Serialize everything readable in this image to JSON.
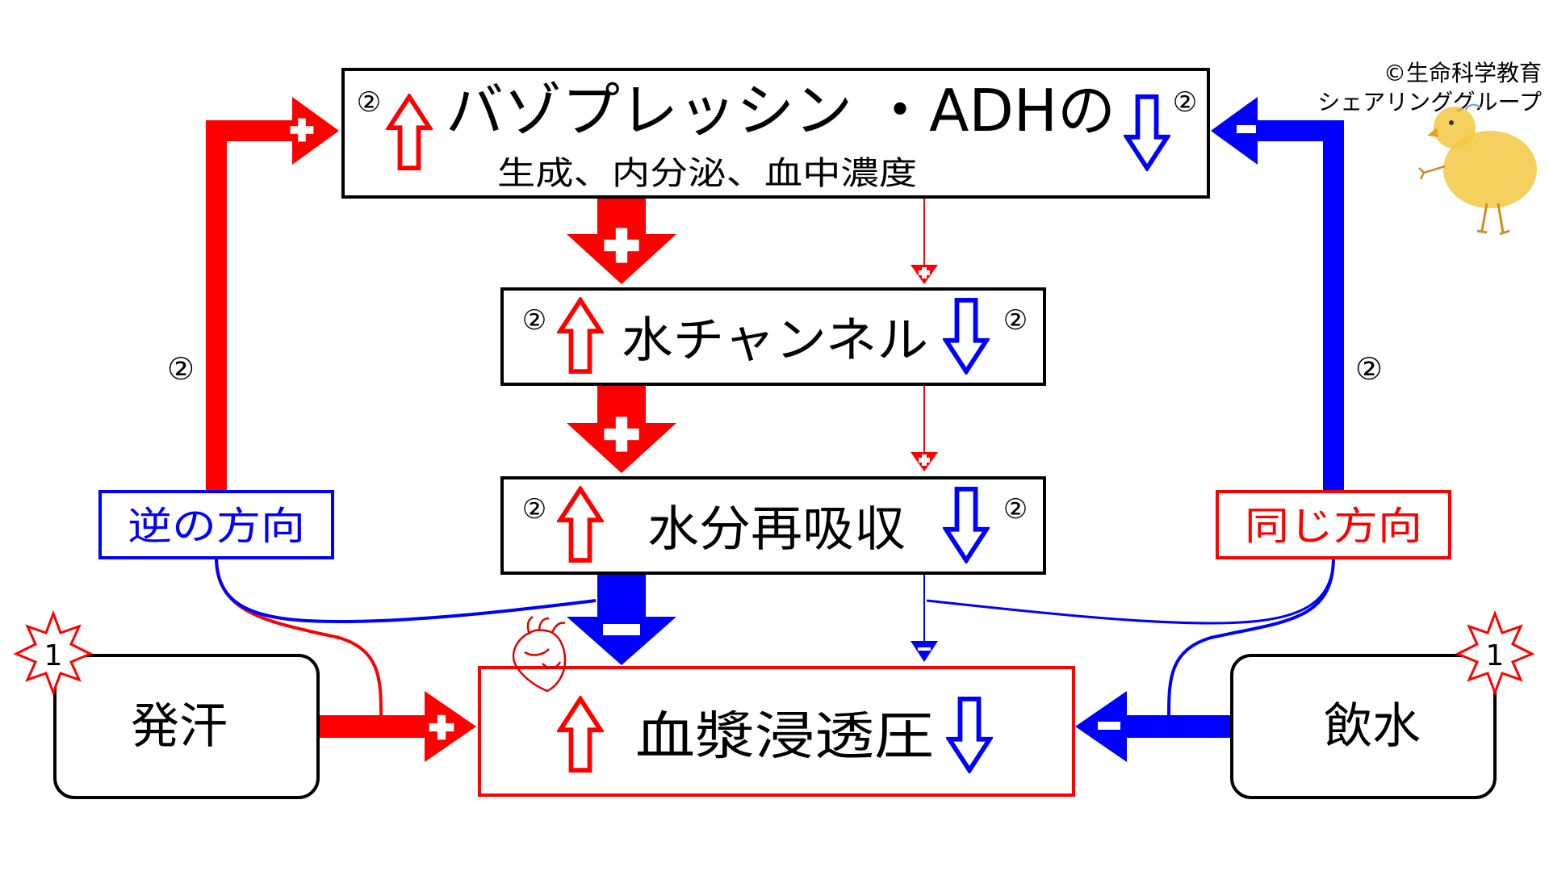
{
  "copyright": {
    "line1": "©生命科学教育",
    "line2": "シェアリンググループ"
  },
  "boxes": {
    "vasopressin": {
      "title": "バゾプレッシン ・ADHの",
      "subtitle": "生成、内分泌、血中濃度",
      "num_left": "②",
      "num_right": "②"
    },
    "water_channel": {
      "title": "水チャンネル",
      "num_left": "②",
      "num_right": "②"
    },
    "reabsorption": {
      "title": "水分再吸収",
      "num_left": "②",
      "num_right": "②"
    },
    "plasma": {
      "title": "血漿浸透圧"
    },
    "sweating": {
      "title": "発汗",
      "badge": "1"
    },
    "drinking": {
      "title": "飲水",
      "badge": "1"
    }
  },
  "labels": {
    "opposite": "逆の方向",
    "same": "同じ方向",
    "left_num": "②",
    "right_num": "②"
  },
  "colors": {
    "red": "#ff0000",
    "blue": "#0000ff",
    "black": "#000000",
    "duck": "#f5c842"
  },
  "icons": {
    "heart": "heart-icon",
    "duck": "duck-icon",
    "burst": "star-burst-icon"
  }
}
